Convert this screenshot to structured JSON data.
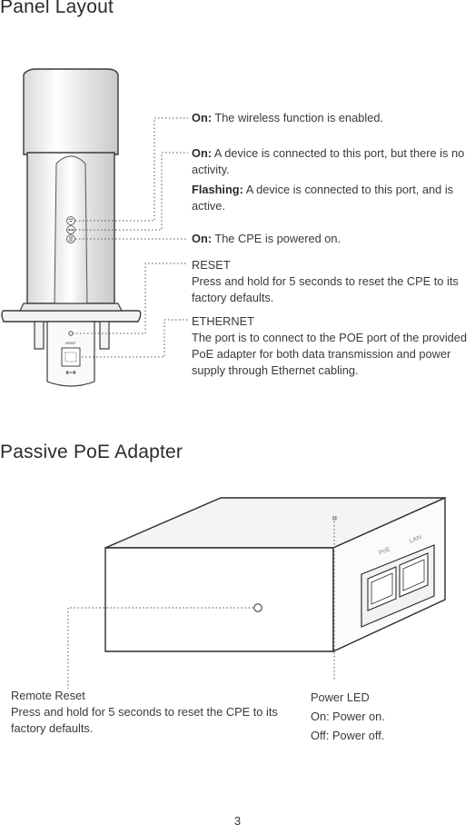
{
  "panel": {
    "title": "Panel Layout",
    "items": [
      {
        "key": "On:",
        "text": " The wireless function is enabled."
      },
      {
        "key": "On:",
        "text": " A device is connected to this port, but there is no activity."
      },
      {
        "key": "Flashing:",
        "text": " A device is connected to this port, and is active."
      },
      {
        "key": "On:",
        "text": " The CPE is powered on."
      }
    ],
    "reset": {
      "label": "RESET",
      "text": "Press and hold for 5 seconds to reset the CPE to its factory defaults."
    },
    "ethernet": {
      "label": "ETHERNET",
      "text": "The port is to connect to the POE port of the provided PoE adapter for both data transmission and power supply through Ethernet cabling."
    },
    "device_text": {
      "reset": "RESET"
    }
  },
  "adapter": {
    "title": "Passive PoE Adapter",
    "port_labels": {
      "poe": "PoE",
      "lan": "LAN"
    },
    "remote_reset": {
      "label": "Remote Reset",
      "text": "Press and hold for 5 seconds to reset the CPE to its factory defaults."
    },
    "power_led": {
      "label": "Power LED",
      "on": "On: Power on.",
      "off": "Off: Power off."
    }
  },
  "page_number": "3"
}
